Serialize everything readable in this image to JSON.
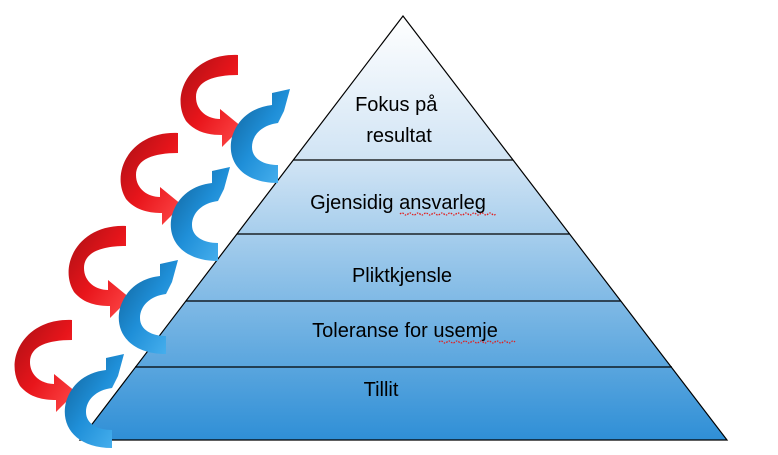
{
  "pyramid": {
    "tiers": [
      {
        "lines": [
          "Fokus på",
          "resultat"
        ],
        "underline_word": ""
      },
      {
        "lines": [
          "Gjensidig ansvarleg"
        ],
        "underline_word": "ansvarleg"
      },
      {
        "lines": [
          "Pliktkjensle"
        ],
        "underline_word": ""
      },
      {
        "lines": [
          "Toleranse for usemje"
        ],
        "underline_word": "usemje"
      },
      {
        "lines": [
          "Tillit"
        ],
        "underline_word": ""
      }
    ]
  },
  "colors": {
    "pyramid_top": "#ffffff",
    "pyramid_bottom": "#2f8fd6",
    "outline": "#000000",
    "arrow_red": "#e8151b",
    "arrow_red_dark": "#a80f14",
    "arrow_blue": "#1f8fd8",
    "arrow_blue_dark": "#0f5f95"
  }
}
